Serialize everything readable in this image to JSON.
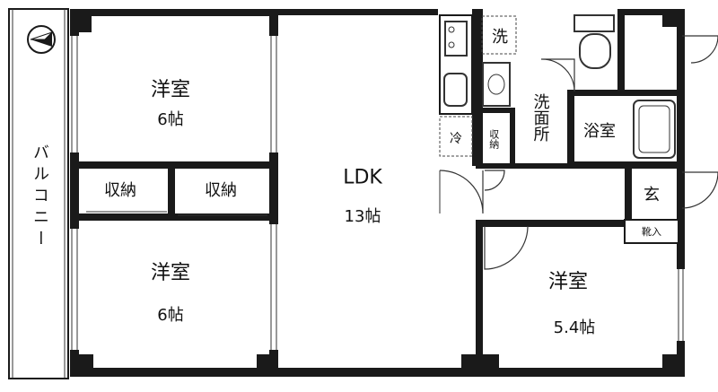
{
  "rooms": {
    "balcony": "バルコニー",
    "western_top_left": {
      "name": "洋室",
      "size": "6帖"
    },
    "storage_left": "収納",
    "storage_right": "収納",
    "western_bottom_left": {
      "name": "洋室",
      "size": "6帖"
    },
    "ldk": {
      "name": "LDK",
      "size": "13帖"
    },
    "washroom": "洗面所",
    "bath": "浴室",
    "storage_small": "収納",
    "entrance": "玄",
    "shoe_box": "靴入",
    "western_bottom_right": {
      "name": "洋室",
      "size": "5.4帖"
    }
  },
  "fixtures": {
    "washer_top": "洗",
    "washer_bottom": "冷"
  },
  "icons": [
    "north-arrow-icon",
    "toilet-icon",
    "bathtub-icon",
    "sink-icon",
    "stove-icon",
    "washbasin-icon",
    "door-swing-icon"
  ]
}
